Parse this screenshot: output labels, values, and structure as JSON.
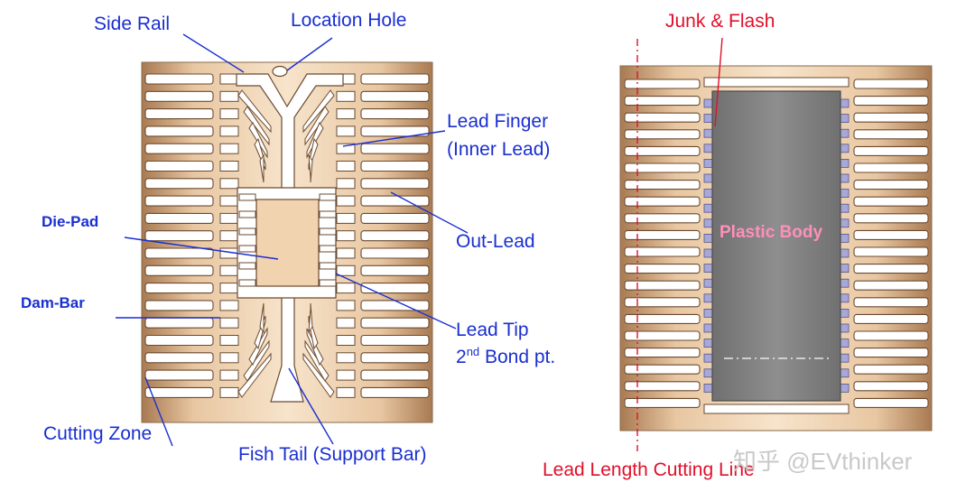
{
  "left_panel": {
    "labels": {
      "side_rail": "Side Rail",
      "location_hole": "Location Hole",
      "lead_finger": "Lead Finger",
      "inner_lead": "(Inner Lead)",
      "die_pad": "Die-Pad",
      "out_lead": "Out-Lead",
      "dam_bar": "Dam-Bar",
      "lead_tip": "Lead Tip",
      "bond_pt_prefix": "2",
      "bond_pt_sup": "nd",
      "bond_pt_suffix": " Bond pt.",
      "cutting_zone": "Cutting Zone",
      "fish_tail": "Fish Tail (Support Bar)"
    }
  },
  "right_panel": {
    "labels": {
      "junk_flash": "Junk & Flash",
      "plastic_body": "Plastic Body",
      "cutting_line": "Lead Length Cutting Line"
    }
  },
  "watermark": "知乎 @EVthinker",
  "colors": {
    "copper_light": "#f4dcc0",
    "copper_dark": "#9a6e48",
    "slot_fill": "#ffffff",
    "body_gray": "#8c8c8c",
    "label_blue": "#1a2fd0",
    "label_red": "#e0102a",
    "label_pink": "#ff8fb8"
  }
}
